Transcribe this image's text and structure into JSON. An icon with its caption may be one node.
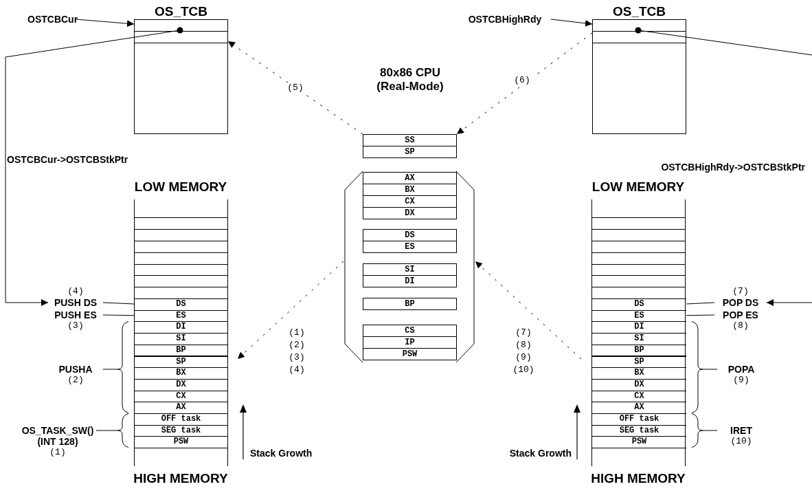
{
  "diagram": {
    "nodes": [
      {
        "text": [
          "OSTCBCur"
        ]
      },
      {
        "text": [
          "OS_TCB"
        ]
      },
      {
        "text": [
          "OSTCBHighRdy"
        ]
      },
      {
        "text": [
          "OS_TCB"
        ]
      },
      {
        "text": [
          "SS"
        ]
      },
      {
        "text": [
          "SP"
        ]
      },
      {
        "text": [],
        "shape": "bracket"
      },
      {
        "text": [
          "AX"
        ],
        "in": 6
      },
      {
        "text": [
          "BX"
        ],
        "in": 6
      },
      {
        "text": [
          "CX"
        ],
        "in": 6
      },
      {
        "text": [
          "DX"
        ],
        "in": 6
      },
      {
        "text": [
          "DS"
        ],
        "in": 6
      },
      {
        "text": [
          "ES"
        ],
        "in": 6
      },
      {
        "text": [
          "SI"
        ],
        "in": 6
      },
      {
        "text": [
          "DI"
        ],
        "in": 6
      },
      {
        "text": [
          "BP"
        ],
        "in": 6
      },
      {
        "text": [
          "CS"
        ],
        "in": 6
      },
      {
        "text": [
          "IP"
        ],
        "in": 6
      },
      {
        "text": [
          "PSW"
        ],
        "in": 6
      },
      {
        "text": [
          "LOW MEMORY",
          "HIGH MEMORY"
        ]
      },
      {
        "text": [
          "DS"
        ],
        "in": 19
      },
      {
        "text": [
          "ES"
        ],
        "in": 19
      },
      {
        "text": [
          "DI"
        ],
        "in": 19
      },
      {
        "text": [
          "SI"
        ],
        "in": 19
      },
      {
        "text": [
          "BP"
        ],
        "in": 19
      },
      {
        "text": [
          "SP"
        ],
        "in": 19
      },
      {
        "text": [
          "BX"
        ],
        "in": 19
      },
      {
        "text": [
          "DX"
        ],
        "in": 19
      },
      {
        "text": [
          "CX"
        ],
        "in": 19
      },
      {
        "text": [
          "AX"
        ],
        "in": 19
      },
      {
        "text": [
          "OFF task"
        ],
        "in": 19
      },
      {
        "text": [
          "SEG task"
        ],
        "in": 19
      },
      {
        "text": [
          "PSW"
        ],
        "in": 19
      },
      {
        "text": [
          "LOW MEMORY",
          "HIGH MEMORY"
        ]
      },
      {
        "text": [
          "DS"
        ],
        "in": 33
      },
      {
        "text": [
          "ES"
        ],
        "in": 33
      },
      {
        "text": [
          "DI"
        ],
        "in": 33
      },
      {
        "text": [
          "SI"
        ],
        "in": 33
      },
      {
        "text": [
          "BP"
        ],
        "in": 33
      },
      {
        "text": [
          "SP"
        ],
        "in": 33
      },
      {
        "text": [
          "BX"
        ],
        "in": 33
      },
      {
        "text": [
          "DX"
        ],
        "in": 33
      },
      {
        "text": [
          "CX"
        ],
        "in": 33
      },
      {
        "text": [
          "AX"
        ],
        "in": 33
      },
      {
        "text": [
          "OFF task"
        ],
        "in": 33
      },
      {
        "text": [
          "SEG task"
        ],
        "in": 33
      },
      {
        "text": [
          "PSW"
        ],
        "in": 33
      },
      {
        "text": [
          "PUSH DS"
        ],
        "beside": [
          "(4)"
        ]
      },
      {
        "text": [
          "PUSH ES"
        ],
        "beside": [
          "(3)"
        ]
      },
      {
        "text": [
          "PUSHA"
        ],
        "beside": [
          "(2)"
        ]
      },
      {
        "text": [
          "OS_TASK_SW() (INT 128)"
        ],
        "beside": [
          "(1)"
        ]
      },
      {
        "text": [
          "POP DS"
        ],
        "beside": [
          "(7)"
        ]
      },
      {
        "text": [
          "POP ES"
        ],
        "beside": [
          "(8)"
        ]
      },
      {
        "text": [
          "POPA"
        ],
        "beside": [
          "(9)"
        ]
      },
      {
        "text": [
          "IRET"
        ],
        "beside": [
          "(10)"
        ]
      },
      {
        "text": [],
        "shape": "brace"
      },
      {
        "text": [],
        "shape": "brace"
      },
      {
        "text": [],
        "shape": "brace"
      },
      {
        "text": [],
        "shape": "brace"
      }
    ],
    "edges": [
      {
        "from": 0,
        "to": 1,
        "arrow": "to"
      },
      {
        "from": 2,
        "to": 3,
        "arrow": "to"
      },
      {
        "from": 1,
        "to": 47,
        "arrow": "to"
      },
      {
        "from": 3,
        "to": null,
        "arrow": "none"
      },
      {
        "from": null,
        "to": 51,
        "arrow": "to"
      },
      {
        "from": 4,
        "to": 1,
        "arrow": "to",
        "style": "dashed",
        "label": "(5)"
      },
      {
        "from": 3,
        "to": 4,
        "arrow": "to",
        "style": "dashed",
        "label": "(6)"
      },
      {
        "from": 6,
        "to": 19,
        "arrow": "to",
        "style": "dashed"
      },
      {
        "from": 33,
        "to": 6,
        "arrow": "to",
        "style": "dashed"
      },
      {
        "from": 47,
        "to": 20,
        "arrow": "none"
      },
      {
        "from": 48,
        "to": 21,
        "arrow": "none"
      },
      {
        "from": 49,
        "to": 55,
        "arrow": "none"
      },
      {
        "from": 50,
        "to": 56,
        "arrow": "none"
      },
      {
        "from": 51,
        "to": 34,
        "arrow": "none"
      },
      {
        "from": 52,
        "to": 35,
        "arrow": "none"
      },
      {
        "from": 53,
        "to": 57,
        "arrow": "none"
      },
      {
        "from": 54,
        "to": 58,
        "arrow": "none"
      }
    ],
    "labels": [
      "80x86 CPU (Real-Mode)",
      "OSTCBCur->OSTCBStkPtr",
      "OSTCBHighRdy->OSTCBStkPtr",
      "(1)",
      "(2)",
      "(3)",
      "(4)",
      "(7)",
      "(8)",
      "(9)",
      "(10)",
      "Stack Growth",
      "Stack Growth"
    ]
  }
}
